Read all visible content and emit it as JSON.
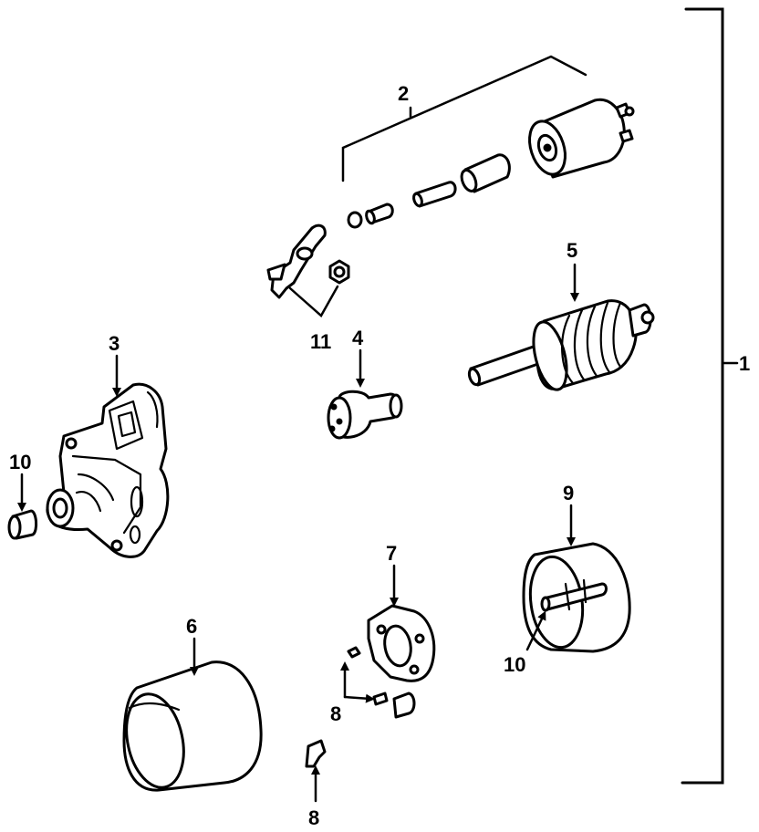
{
  "callouts": {
    "c1": "1",
    "c2": "2",
    "c3": "3",
    "c4": "4",
    "c5": "5",
    "c6": "6",
    "c7": "7",
    "c8a": "8",
    "c8b": "8",
    "c9": "9",
    "c10a": "10",
    "c10b": "10",
    "c11": "11"
  },
  "colors": {
    "ink": "#000000",
    "paper": "#ffffff"
  }
}
